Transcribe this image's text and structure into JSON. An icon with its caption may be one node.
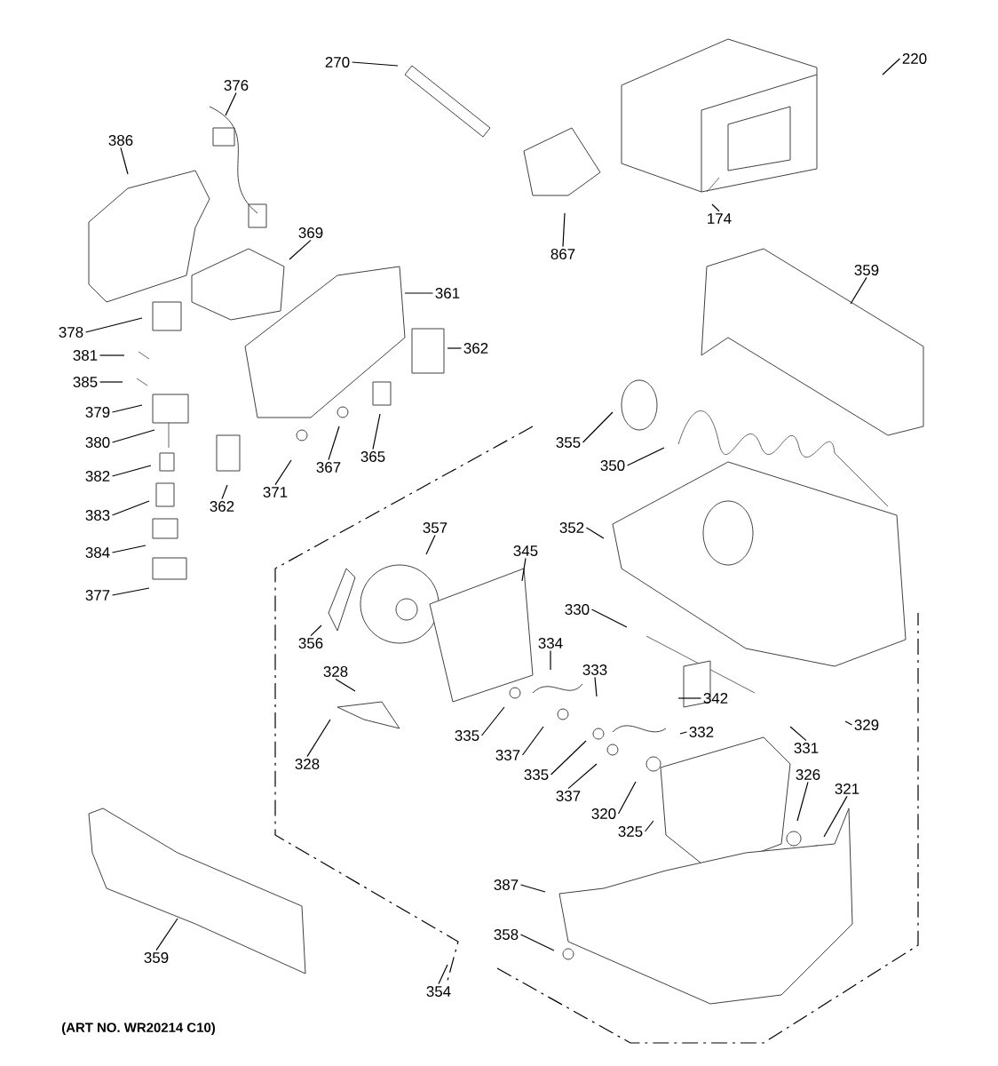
{
  "diagram": {
    "nodes": [
      {
        "text": [
          "270"
        ]
      },
      {
        "text": [
          "376"
        ]
      },
      {
        "text": [
          "220"
        ]
      },
      {
        "text": [
          "174"
        ]
      },
      {
        "text": [
          "867"
        ]
      },
      {
        "text": [
          "386"
        ]
      },
      {
        "text": [
          "369"
        ]
      },
      {
        "text": [
          "361"
        ]
      },
      {
        "text": [
          "378"
        ]
      },
      {
        "text": [
          "359"
        ]
      },
      {
        "text": [
          "362"
        ]
      },
      {
        "text": [
          "381"
        ]
      },
      {
        "text": [
          "385"
        ]
      },
      {
        "text": [
          "379"
        ]
      },
      {
        "text": [
          "380"
        ]
      },
      {
        "text": [
          "382"
        ]
      },
      {
        "text": [
          "383"
        ]
      },
      {
        "text": [
          "384"
        ]
      },
      {
        "text": [
          "377"
        ]
      },
      {
        "text": [
          "362"
        ]
      },
      {
        "text": [
          "371"
        ]
      },
      {
        "text": [
          "367"
        ]
      },
      {
        "text": [
          "365"
        ]
      },
      {
        "text": [
          "355"
        ]
      },
      {
        "text": [
          "350"
        ]
      },
      {
        "text": [
          "352"
        ]
      },
      {
        "text": [
          "357"
        ]
      },
      {
        "text": [
          "345"
        ]
      },
      {
        "text": [
          "356"
        ]
      },
      {
        "text": [
          "330"
        ]
      },
      {
        "text": [
          "334"
        ]
      },
      {
        "text": [
          "333"
        ]
      },
      {
        "text": [
          "342"
        ]
      },
      {
        "text": [
          "328"
        ]
      },
      {
        "text": [
          "335"
        ]
      },
      {
        "text": [
          "328"
        ]
      },
      {
        "text": [
          "337"
        ]
      },
      {
        "text": [
          "331"
        ]
      },
      {
        "text": [
          "329"
        ]
      },
      {
        "text": [
          "332"
        ]
      },
      {
        "text": [
          "335"
        ]
      },
      {
        "text": [
          "326"
        ]
      },
      {
        "text": [
          "321"
        ]
      },
      {
        "text": [
          "337"
        ]
      },
      {
        "text": [
          "320"
        ]
      },
      {
        "text": [
          "325"
        ]
      },
      {
        "text": [
          "387"
        ]
      },
      {
        "text": [
          "358"
        ]
      },
      {
        "text": [
          "359"
        ]
      },
      {
        "text": [
          "354"
        ]
      }
    ],
    "edges": [
      {
        "from": 0,
        "to": null,
        "arrow": "none"
      },
      {
        "from": 1,
        "to": null,
        "arrow": "none"
      },
      {
        "from": 2,
        "to": null,
        "arrow": "none"
      },
      {
        "from": 3,
        "to": null,
        "arrow": "none"
      },
      {
        "from": 4,
        "to": null,
        "arrow": "none"
      },
      {
        "from": 5,
        "to": null,
        "arrow": "none"
      },
      {
        "from": 6,
        "to": null,
        "arrow": "none"
      },
      {
        "from": 7,
        "to": null,
        "arrow": "none"
      },
      {
        "from": 8,
        "to": null,
        "arrow": "none"
      },
      {
        "from": 9,
        "to": null,
        "arrow": "none"
      },
      {
        "from": 10,
        "to": null,
        "arrow": "none"
      },
      {
        "from": 11,
        "to": null,
        "arrow": "none"
      },
      {
        "from": 12,
        "to": null,
        "arrow": "none"
      },
      {
        "from": 13,
        "to": null,
        "arrow": "none"
      },
      {
        "from": 14,
        "to": null,
        "arrow": "none"
      },
      {
        "from": 15,
        "to": null,
        "arrow": "none"
      },
      {
        "from": 16,
        "to": null,
        "arrow": "none"
      },
      {
        "from": 17,
        "to": null,
        "arrow": "none"
      },
      {
        "from": 18,
        "to": null,
        "arrow": "none"
      },
      {
        "from": 19,
        "to": null,
        "arrow": "none"
      },
      {
        "from": 20,
        "to": null,
        "arrow": "none"
      },
      {
        "from": 21,
        "to": null,
        "arrow": "none"
      },
      {
        "from": 22,
        "to": null,
        "arrow": "none"
      },
      {
        "from": 23,
        "to": null,
        "arrow": "none"
      },
      {
        "from": 24,
        "to": null,
        "arrow": "none"
      },
      {
        "from": 25,
        "to": null,
        "arrow": "none"
      },
      {
        "from": 26,
        "to": null,
        "arrow": "none"
      },
      {
        "from": 27,
        "to": null,
        "arrow": "none"
      },
      {
        "from": 28,
        "to": null,
        "arrow": "none"
      },
      {
        "from": 29,
        "to": null,
        "arrow": "none"
      },
      {
        "from": 30,
        "to": null,
        "arrow": "none"
      },
      {
        "from": 31,
        "to": null,
        "arrow": "none"
      },
      {
        "from": 32,
        "to": null,
        "arrow": "none"
      },
      {
        "from": 33,
        "to": null,
        "arrow": "none"
      },
      {
        "from": 34,
        "to": null,
        "arrow": "none"
      },
      {
        "from": 35,
        "to": null,
        "arrow": "none"
      },
      {
        "from": 36,
        "to": null,
        "arrow": "none"
      },
      {
        "from": 37,
        "to": null,
        "arrow": "none"
      },
      {
        "from": 38,
        "to": null,
        "arrow": "none"
      },
      {
        "from": 39,
        "to": null,
        "arrow": "none"
      },
      {
        "from": 40,
        "to": null,
        "arrow": "none"
      },
      {
        "from": 41,
        "to": null,
        "arrow": "none"
      },
      {
        "from": 42,
        "to": null,
        "arrow": "none"
      },
      {
        "from": 43,
        "to": null,
        "arrow": "none"
      },
      {
        "from": 44,
        "to": null,
        "arrow": "none"
      },
      {
        "from": 45,
        "to": null,
        "arrow": "none"
      },
      {
        "from": 46,
        "to": null,
        "arrow": "none"
      },
      {
        "from": 47,
        "to": null,
        "arrow": "none"
      },
      {
        "from": 48,
        "to": null,
        "arrow": "none"
      },
      {
        "from": 49,
        "to": null,
        "arrow": "none"
      }
    ],
    "labels": [
      "(ART NO. WR20214 C10)"
    ]
  }
}
